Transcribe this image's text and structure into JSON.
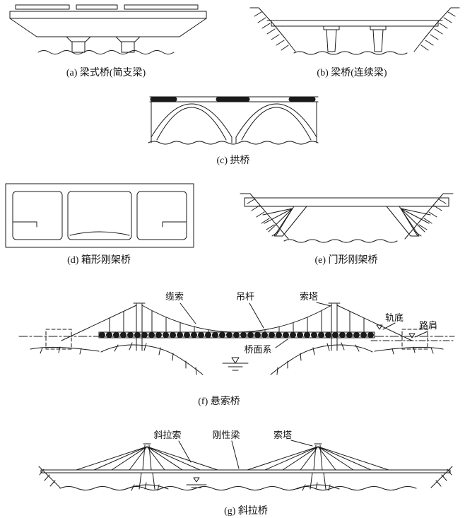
{
  "captions": {
    "a": "(a) 梁式桥(简支梁)",
    "b": "(b) 梁桥(连续梁)",
    "c": "(c) 拱桥",
    "d": "(d) 箱形刚架桥",
    "e": "(e) 门形刚架桥",
    "f": "(f) 悬索桥",
    "g": "(g) 斜拉桥"
  },
  "suspension_labels": {
    "cable": "缆索",
    "hanger": "吊杆",
    "tower": "索塔",
    "rail_base": "轨底",
    "shoulder": "路肩",
    "deck_system": "桥面系"
  },
  "cable_stayed_labels": {
    "stay_cable": "斜拉索",
    "rigid_girder": "刚性梁",
    "tower": "索塔"
  }
}
